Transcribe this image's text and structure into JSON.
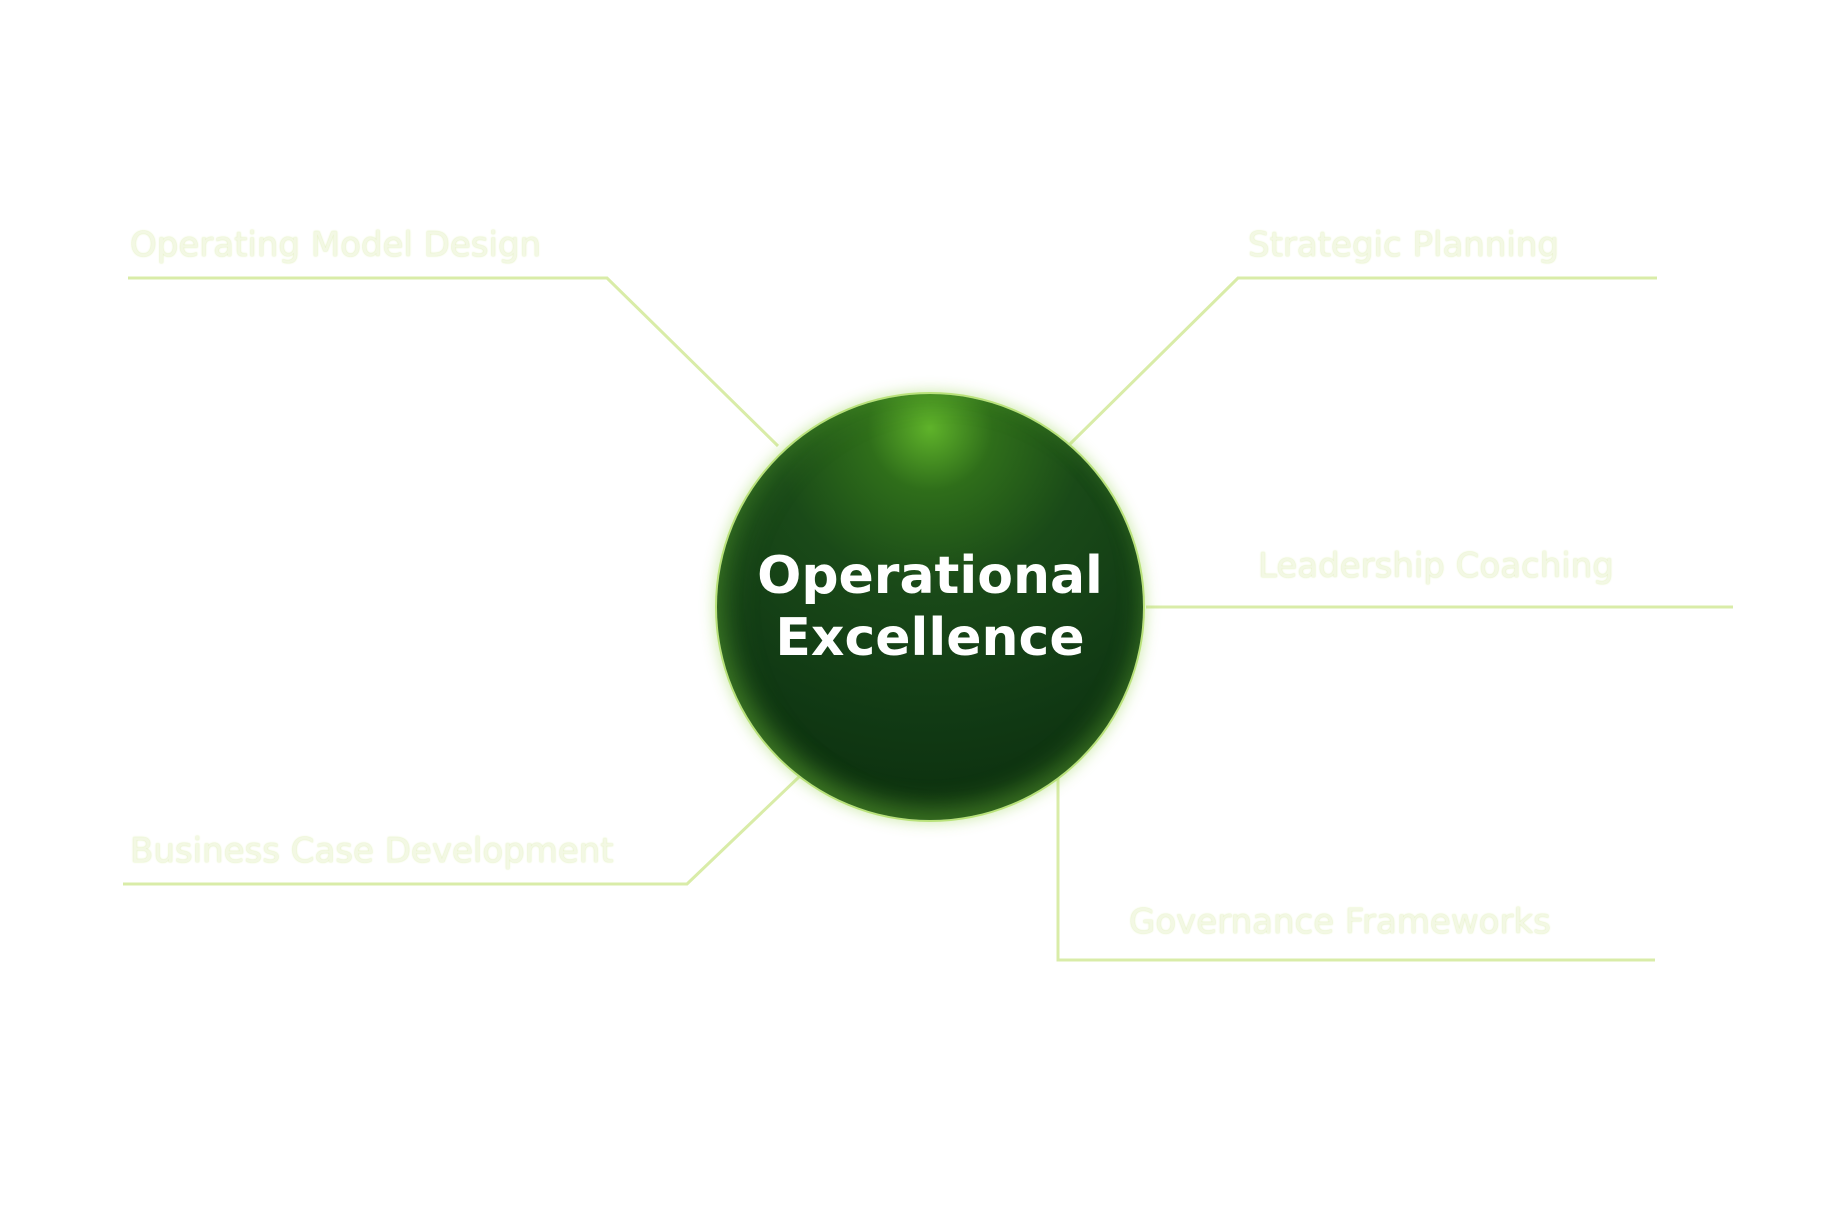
{
  "center": {
    "line1": "Operational",
    "line2": "Excellence"
  },
  "branches": [
    {
      "label": "Operating Model Design"
    },
    {
      "label": "Strategic Planning"
    },
    {
      "label": "Leadership Coaching"
    },
    {
      "label": "Business Case Development"
    },
    {
      "label": "Governance Frameworks"
    }
  ],
  "colors": {
    "hub": "#113a14",
    "line": "#d9eca8",
    "label": "#f3f8e4"
  }
}
